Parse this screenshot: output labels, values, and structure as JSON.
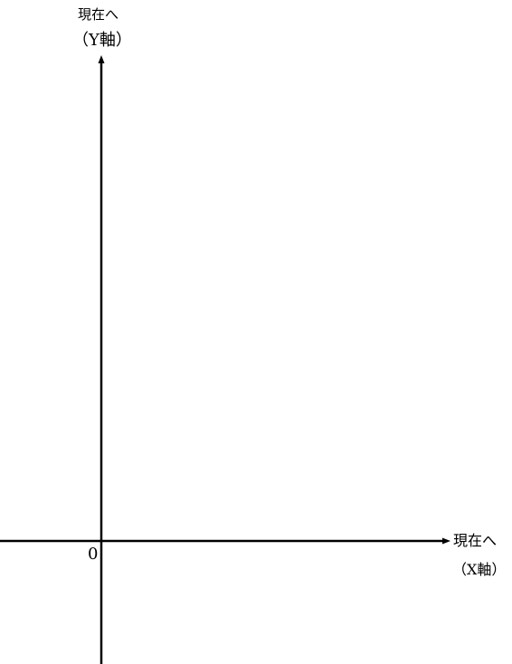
{
  "labels": {
    "y_arrow": "現在へ",
    "y_axis_name": "（Y軸）",
    "x_arrow": "現在へ",
    "x_axis_name": "（X軸）",
    "origin": "0"
  },
  "colors": {
    "axis": "#000000",
    "background": "#ffffff"
  }
}
